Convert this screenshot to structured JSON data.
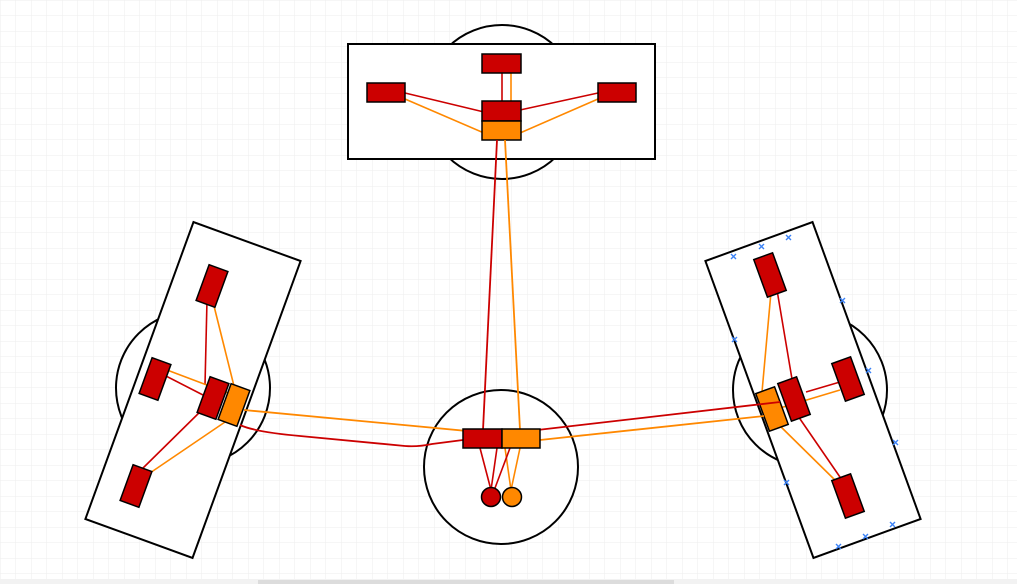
{
  "canvas": {
    "background": "#ffffff",
    "grid_color": "#eeeeee"
  },
  "colors": {
    "outline": "#000000",
    "red": "#cc0000",
    "orange": "#ff8800",
    "red_wire": "#cc0000",
    "orange_wire": "#ff8800",
    "handle": "#3b82f6"
  },
  "diagram": {
    "nodes": [
      "top-assembly",
      "left-assembly",
      "right-assembly",
      "center-hub"
    ],
    "selected_node": "right-assembly",
    "connections": [
      {
        "from": "top-assembly",
        "to": "center-hub",
        "wires": [
          "red",
          "orange"
        ]
      },
      {
        "from": "left-assembly",
        "to": "center-hub",
        "wires": [
          "red",
          "orange"
        ]
      },
      {
        "from": "right-assembly",
        "to": "center-hub",
        "wires": [
          "red",
          "orange"
        ]
      }
    ]
  }
}
